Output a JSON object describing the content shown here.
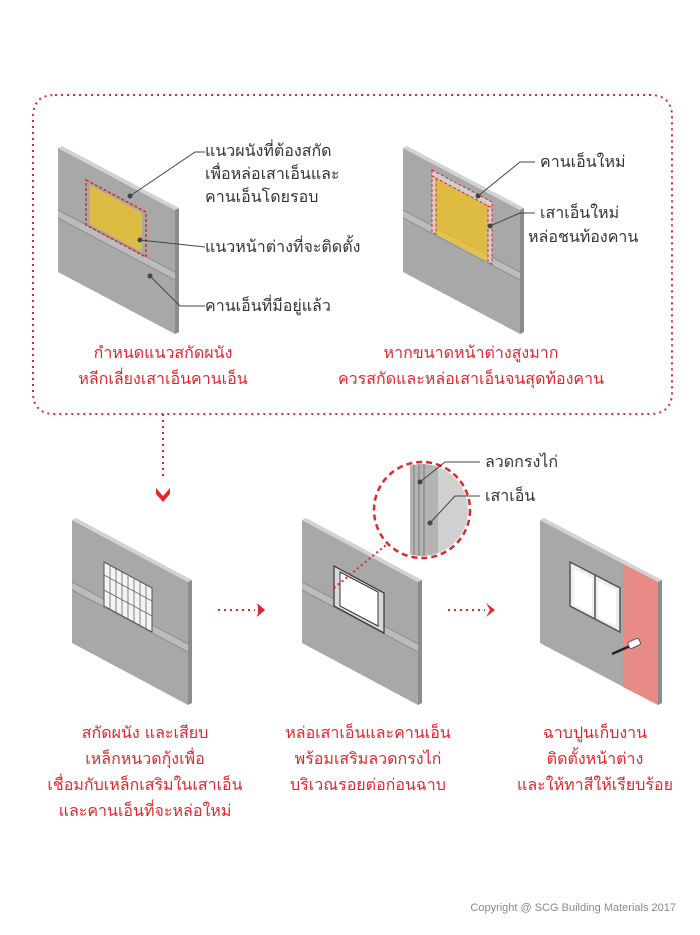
{
  "panel1": {
    "labels": [
      "แนวผนังที่ต้องสกัด",
      "เพื่อหล่อเสาเอ็นและ",
      "คานเอ็นโดยรอบ",
      "แนวหน้าต่างที่จะติดตั้ง",
      "คานเอ็นที่มีอยู่แล้ว"
    ],
    "caption": [
      "กำหนดแนวสกัดผนัง",
      "หลีกเลี่ยงเสาเอ็นคานเอ็น"
    ]
  },
  "panel2": {
    "labels": [
      "คานเอ็นใหม่",
      "เสาเอ็นใหม่",
      "หล่อชนท้องคาน"
    ],
    "caption": [
      "หากขนาดหน้าต่างสูงมาก",
      "ควรสกัดและหล่อเสาเอ็นจนสุดท้องคาน"
    ]
  },
  "detail": {
    "labels": [
      "ลวดกรงไก่",
      "เสาเอ็น"
    ]
  },
  "step1": {
    "caption": [
      "สกัดผนัง และเสียบ",
      "เหล็กหนวดกุ้งเพื่อ",
      "เชื่อมกับเหล็กเสริมในเสาเอ็น",
      "และคานเอ็นที่จะหล่อใหม่"
    ]
  },
  "step2": {
    "caption": [
      "หล่อเสาเอ็นและคานเอ็น",
      "พร้อมเสริมลวดกรงไก่",
      "บริเวณรอยต่อก่อนฉาบ"
    ]
  },
  "step3": {
    "caption": [
      "ฉาบปูนเก็บงาน",
      "ติดตั้งหน้าต่าง",
      "และให้ทาสีให้เรียบร้อย"
    ]
  },
  "copyright": "Copyright  @ SCG Building Materials 2017",
  "colors": {
    "accent": "#e3262b",
    "wall": "#a8a8a8",
    "wall_edge": "#8c8c8c",
    "window_opening": "#f5c518",
    "new_plaster": "#e88a86"
  }
}
